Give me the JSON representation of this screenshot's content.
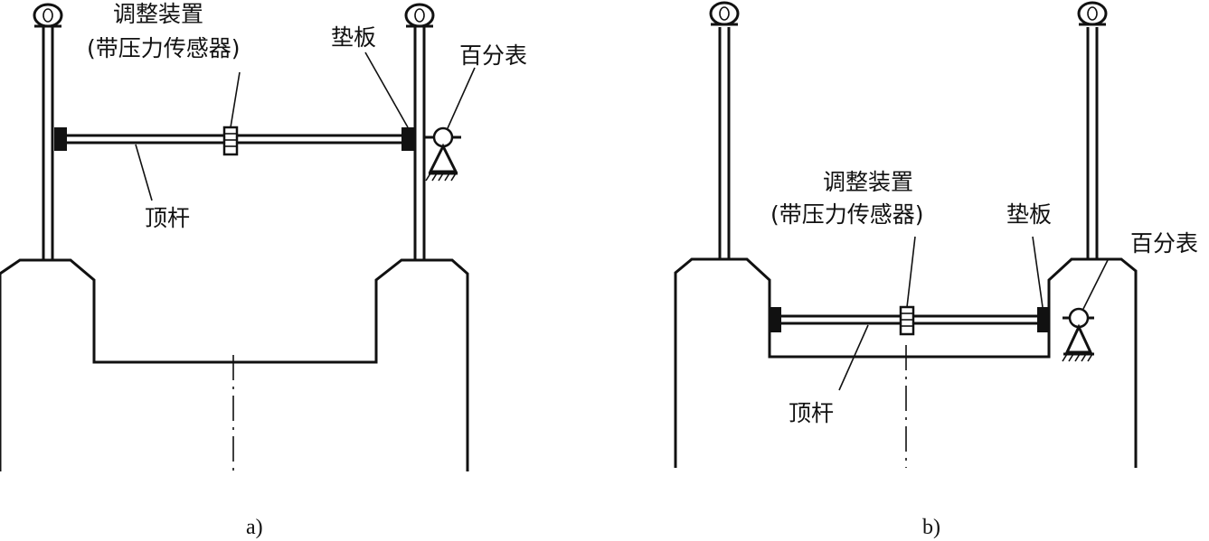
{
  "diagram_a": {
    "caption": "a)",
    "labels": {
      "adjuster_line1": "调整装置",
      "adjuster_line2": "(带压力传感器)",
      "shim": "垫板",
      "dial_gauge": "百分表",
      "strut": "顶杆"
    }
  },
  "diagram_b": {
    "caption": "b)",
    "labels": {
      "adjuster_line1": "调整装置",
      "adjuster_line2": "(带压力传感器)",
      "shim": "垫板",
      "dial_gauge": "百分表",
      "strut": "顶杆"
    }
  }
}
